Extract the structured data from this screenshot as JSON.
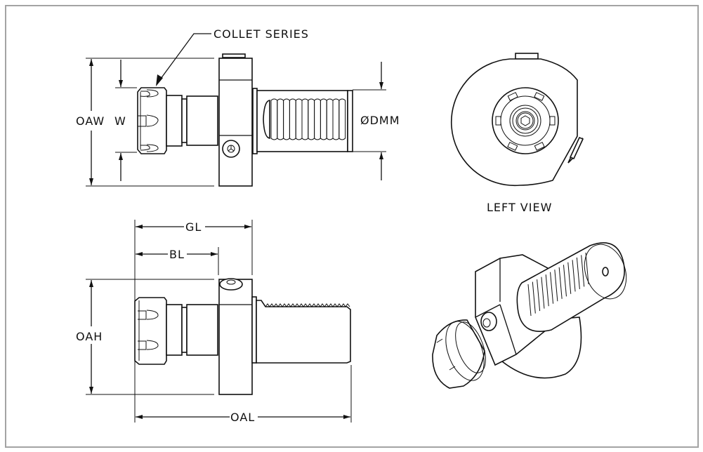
{
  "drawing": {
    "title": "Collet tool holder technical drawing",
    "border_color": "#a3a3a3",
    "line_color": "#111111",
    "views": {
      "top_view": {
        "callout": "COLLET SERIES",
        "dimensions": {
          "oaw": "OAW",
          "w": "W",
          "dmm": "ØDMM"
        }
      },
      "left_view": {
        "caption": "LEFT VIEW"
      },
      "side_view": {
        "dimensions": {
          "gl": "GL",
          "bl": "BL",
          "oah": "OAH",
          "oal": "OAL"
        }
      },
      "isometric_view": {
        "caption": ""
      }
    }
  }
}
